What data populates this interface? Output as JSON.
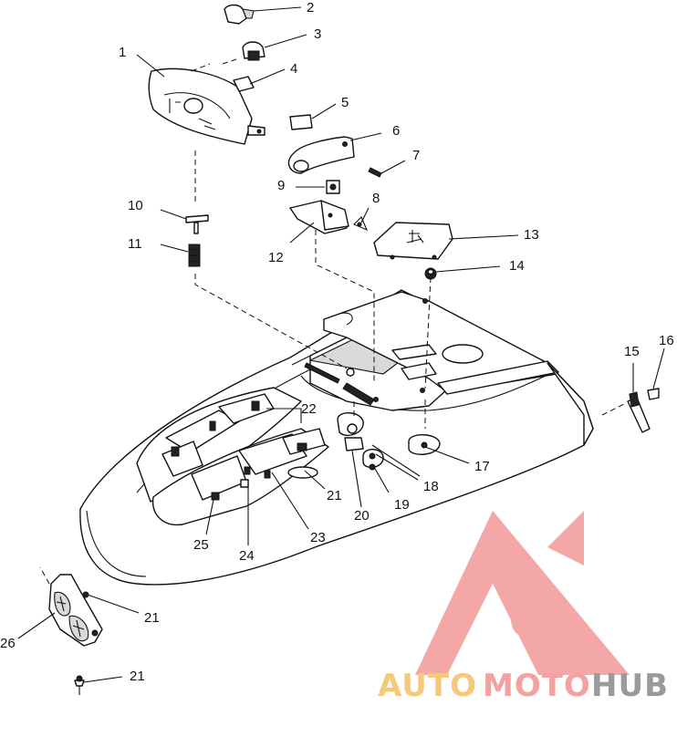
{
  "callouts": [
    "1",
    "2",
    "3",
    "4",
    "5",
    "6",
    "7",
    "8",
    "9",
    "10",
    "11",
    "12",
    "13",
    "14",
    "15",
    "16",
    "17",
    "18",
    "19",
    "20",
    "21",
    "22",
    "23",
    "24",
    "25",
    "26",
    "21",
    "21"
  ],
  "watermark": {
    "part_auto": "AUTO",
    "part_moto": "MOTO",
    "part_hub": "HUB",
    "colors": {
      "logo": "#f08a8a",
      "auto": "#f6c97a",
      "moto": "#f3a2a2",
      "hub": "#9a9a9a"
    }
  }
}
